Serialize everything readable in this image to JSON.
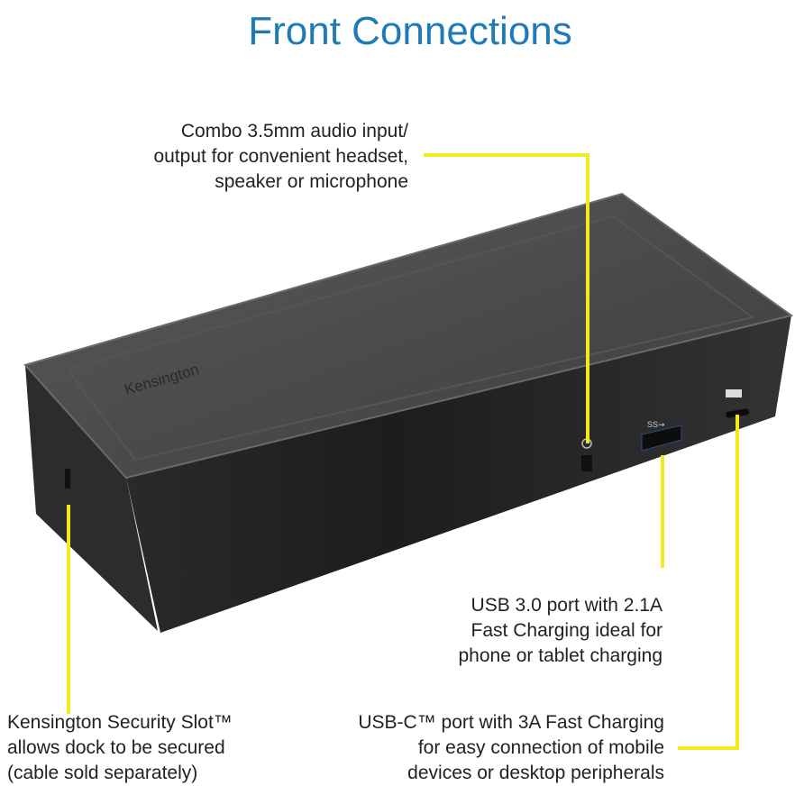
{
  "title": "Front Connections",
  "brand_logo": "Kensington",
  "callouts": {
    "audio": [
      "Combo 3.5mm audio input/",
      "output for convenient headset,",
      "speaker or microphone"
    ],
    "usb3": [
      "USB 3.0 port with 2.1A",
      "Fast Charging ideal for",
      "phone or tablet charging"
    ],
    "usbc": [
      "USB-C™ port with 3A Fast Charging",
      "for easy connection of mobile",
      "devices or desktop peripherals"
    ],
    "security": [
      "Kensington Security Slot™",
      "allows dock to be secured",
      "(cable sold separately)"
    ]
  },
  "colors": {
    "title": "#1f7ab8",
    "callout_line": "#f2ea1c",
    "device": "#3a3a3a"
  }
}
